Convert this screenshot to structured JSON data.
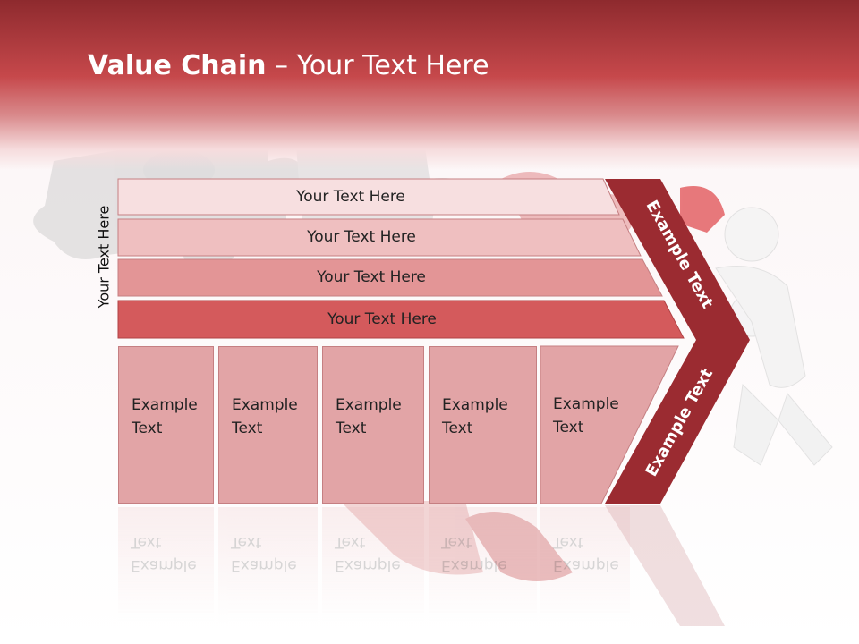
{
  "title": {
    "bold": "Value Chain",
    "rest": " – Your Text Here"
  },
  "side_label": "Your Text Here",
  "rows": [
    {
      "label": "Your Text Here"
    },
    {
      "label": "Your Text Here"
    },
    {
      "label": "Your Text Here"
    },
    {
      "label": "Your Text Here"
    }
  ],
  "boxes": [
    {
      "line1": "Example",
      "line2": "Text"
    },
    {
      "line1": "Example",
      "line2": "Text"
    },
    {
      "line1": "Example",
      "line2": "Text"
    },
    {
      "line1": "Example",
      "line2": "Text"
    },
    {
      "line1": "Example",
      "line2": "Text"
    }
  ],
  "chevron": {
    "upper_label": "Example Text",
    "lower_label": "Example Text"
  },
  "colors": {
    "header_dark": "#8e2a2e",
    "header_mid": "#c6484b",
    "row1": "#f7dfe0",
    "row2": "#efbfc0",
    "row3": "#e39596",
    "row4": "#d45a5c",
    "box": "#e2a4a6",
    "chevron": "#9b2b31"
  }
}
